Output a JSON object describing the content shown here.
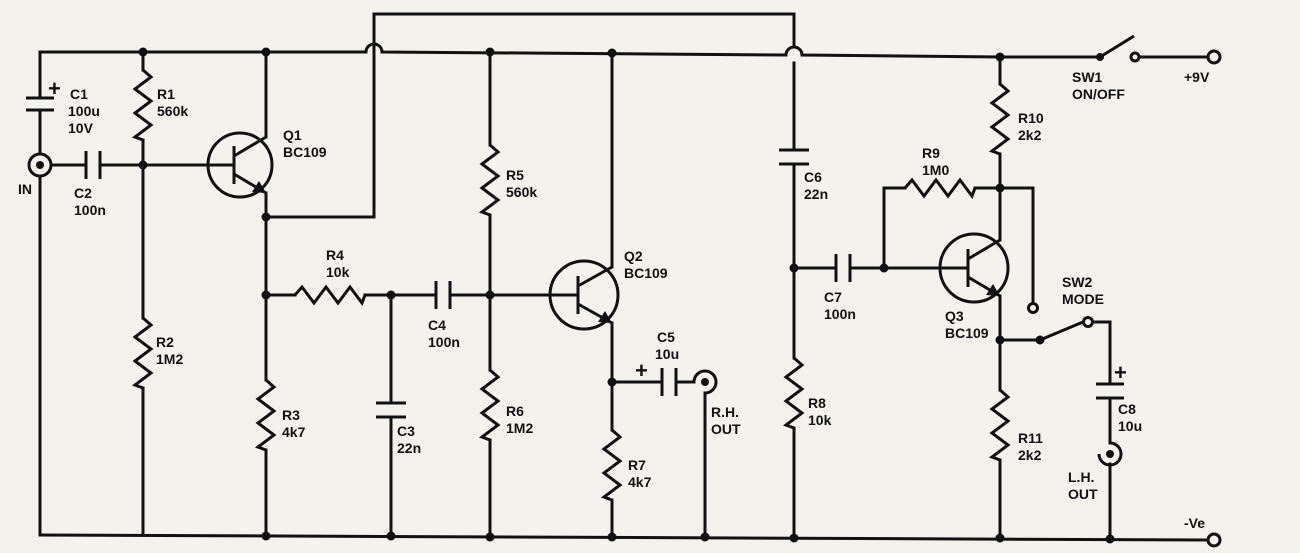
{
  "components": {
    "c1": {
      "ref": "C1",
      "value": "100u",
      "rating": "10V",
      "polarity": "+"
    },
    "c2": {
      "ref": "C2",
      "value": "100n"
    },
    "r1": {
      "ref": "R1",
      "value": "560k"
    },
    "r2": {
      "ref": "R2",
      "value": "1M2"
    },
    "q1": {
      "ref": "Q1",
      "part": "BC109"
    },
    "r3": {
      "ref": "R3",
      "value": "4k7"
    },
    "r4": {
      "ref": "R4",
      "value": "10k"
    },
    "c3": {
      "ref": "C3",
      "value": "22n"
    },
    "c4": {
      "ref": "C4",
      "value": "100n"
    },
    "r5": {
      "ref": "R5",
      "value": "560k"
    },
    "r6": {
      "ref": "R6",
      "value": "1M2"
    },
    "q2": {
      "ref": "Q2",
      "part": "BC109"
    },
    "c5": {
      "ref": "C5",
      "value": "10u",
      "polarity": "+"
    },
    "r7": {
      "ref": "R7",
      "value": "4k7"
    },
    "c6": {
      "ref": "C6",
      "value": "22n"
    },
    "r8": {
      "ref": "R8",
      "value": "10k"
    },
    "c7": {
      "ref": "C7",
      "value": "100n"
    },
    "r9": {
      "ref": "R9",
      "value": "1M0"
    },
    "r10": {
      "ref": "R10",
      "value": "2k2"
    },
    "q3": {
      "ref": "Q3",
      "part": "BC109"
    },
    "r11": {
      "ref": "R11",
      "value": "2k2"
    },
    "c8": {
      "ref": "C8",
      "value": "10u",
      "polarity": "+"
    },
    "sw1": {
      "ref": "SW1",
      "label": "ON/OFF"
    },
    "sw2": {
      "ref": "SW2",
      "label": "MODE"
    }
  },
  "terminals": {
    "input": "IN",
    "rh_out_line1": "R.H.",
    "rh_out_line2": "OUT",
    "lh_out_line1": "L.H.",
    "lh_out_line2": "OUT",
    "supply_pos": "+9V",
    "supply_neg": "-Ve"
  },
  "colors": {
    "ink": "#111111",
    "paper": "#f4f2ec"
  }
}
